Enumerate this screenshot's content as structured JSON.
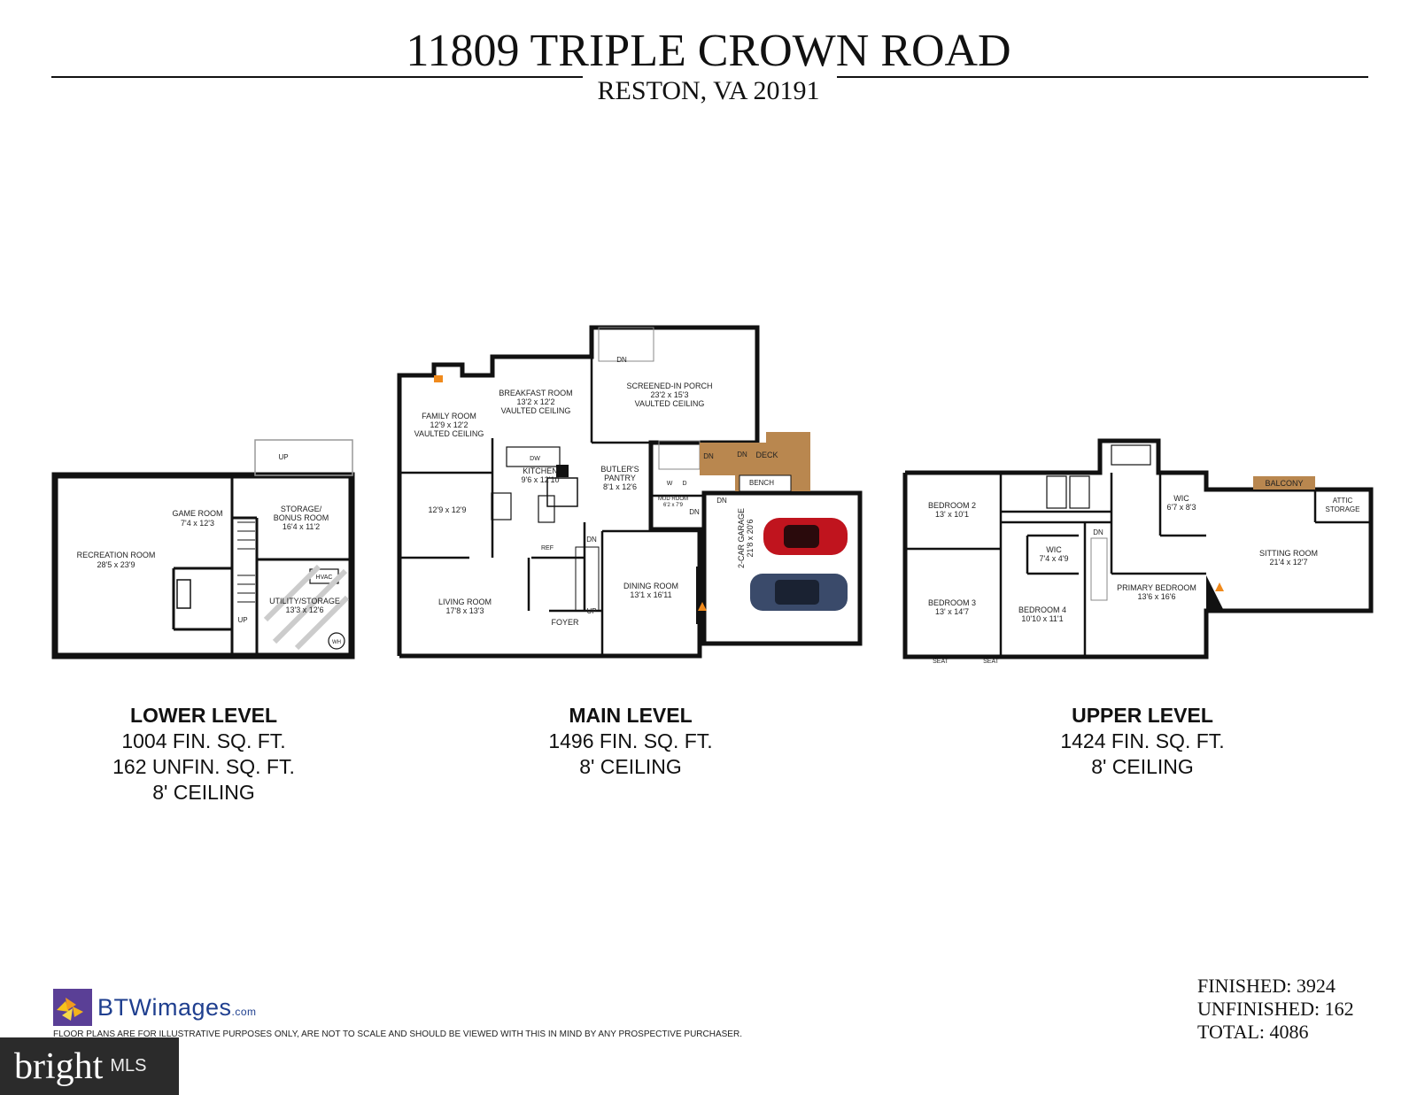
{
  "header": {
    "address": "11809 TRIPLE CROWN ROAD",
    "city": "RESTON, VA 20191"
  },
  "levels": [
    {
      "name": "LOWER LEVEL",
      "lines": [
        "1004 FIN. SQ. FT.",
        "162 UNFIN. SQ. FT.",
        "8' CEILING"
      ]
    },
    {
      "name": "MAIN LEVEL",
      "lines": [
        "1496 FIN. SQ. FT.",
        "8' CEILING"
      ]
    },
    {
      "name": "UPPER LEVEL",
      "lines": [
        "1424 FIN. SQ. FT.",
        "8' CEILING"
      ]
    }
  ],
  "rooms": {
    "lower": {
      "recreation": {
        "name": "RECREATION ROOM",
        "dim": "28'5 x 23'9"
      },
      "game": {
        "name": "GAME ROOM",
        "dim": "7'4 x 12'3"
      },
      "storage": {
        "name": "STORAGE/",
        "name2": "BONUS ROOM",
        "dim": "16'4 x 11'2"
      },
      "utility": {
        "name": "UTILITY/STORAGE",
        "dim": "13'3 x 12'6"
      },
      "hvac": "HVAC",
      "wh": "WH",
      "up1": "UP",
      "up2": "UP"
    },
    "main": {
      "family": {
        "name": "FAMILY ROOM",
        "dim": "12'9 x 12'2",
        "note": "VAULTED CEILING"
      },
      "breakfast": {
        "name": "BREAKFAST ROOM",
        "dim": "13'2 x 12'2",
        "note": "VAULTED CEILING"
      },
      "porch": {
        "name": "SCREENED-IN PORCH",
        "dim": "23'2 x 15'3",
        "note": "VAULTED CEILING"
      },
      "kitchen": {
        "name": "KITCHEN",
        "dim": "9'6 x 12'10"
      },
      "butler": {
        "name": "BUTLER'S",
        "name2": "PANTRY",
        "dim": "8'1 x 12'6"
      },
      "mud": {
        "name": "MUD ROOM",
        "dim": "6'2 x 7'9"
      },
      "garage": {
        "name": "2-CAR GARAGE",
        "dim": "21'8 x 20'6"
      },
      "deck": "DECK",
      "bench": "BENCH",
      "sitting": {
        "dim": "12'9 x 12'9"
      },
      "living": {
        "name": "LIVING ROOM",
        "dim": "17'8 x 13'3"
      },
      "dining": {
        "name": "DINING ROOM",
        "dim": "13'1 x 16'11"
      },
      "foyer": "FOYER",
      "dw": "DW",
      "ref": "REF",
      "dn": "DN",
      "up": "UP",
      "w": "W",
      "d": "D"
    },
    "upper": {
      "bed2": {
        "name": "BEDROOM 2",
        "dim": "13' x 10'1"
      },
      "bed3": {
        "name": "BEDROOM 3",
        "dim": "13' x 14'7"
      },
      "bed4": {
        "name": "BEDROOM 4",
        "dim": "10'10 x 11'1"
      },
      "wic1": {
        "name": "WIC",
        "dim": "7'4 x 4'9"
      },
      "wic2": {
        "name": "WIC",
        "dim": "6'7 x 8'3"
      },
      "primary": {
        "name": "PRIMARY BEDROOM",
        "dim": "13'6 x 16'6"
      },
      "sitting": {
        "name": "SITTING ROOM",
        "dim": "21'4 x 12'7"
      },
      "balcony": "BALCONY",
      "attic": "ATTIC",
      "attic2": "STORAGE",
      "seat": "SEAT",
      "dn": "DN"
    }
  },
  "totals": {
    "finished": "FINISHED: 3924",
    "unfinished": "UNFINISHED: 162",
    "total": "TOTAL: 4086"
  },
  "footer": {
    "brand": "BTWimages",
    "brand_suffix": ".com",
    "disclaimer": "FLOOR PLANS ARE FOR ILLUSTRATIVE PURPOSES ONLY, ARE NOT TO SCALE AND SHOULD BE VIEWED WITH THIS IN MIND BY ANY PROSPECTIVE PURCHASER.",
    "mls_bright": "bright",
    "mls_label": "MLS"
  },
  "colors": {
    "wall": "#111111",
    "deck_wood": "#b9874f",
    "fireplace": "#f08a1c",
    "car_red": "#c0141e",
    "car_blue": "#3a4a6a",
    "logo_blue": "#1f3f8f"
  }
}
